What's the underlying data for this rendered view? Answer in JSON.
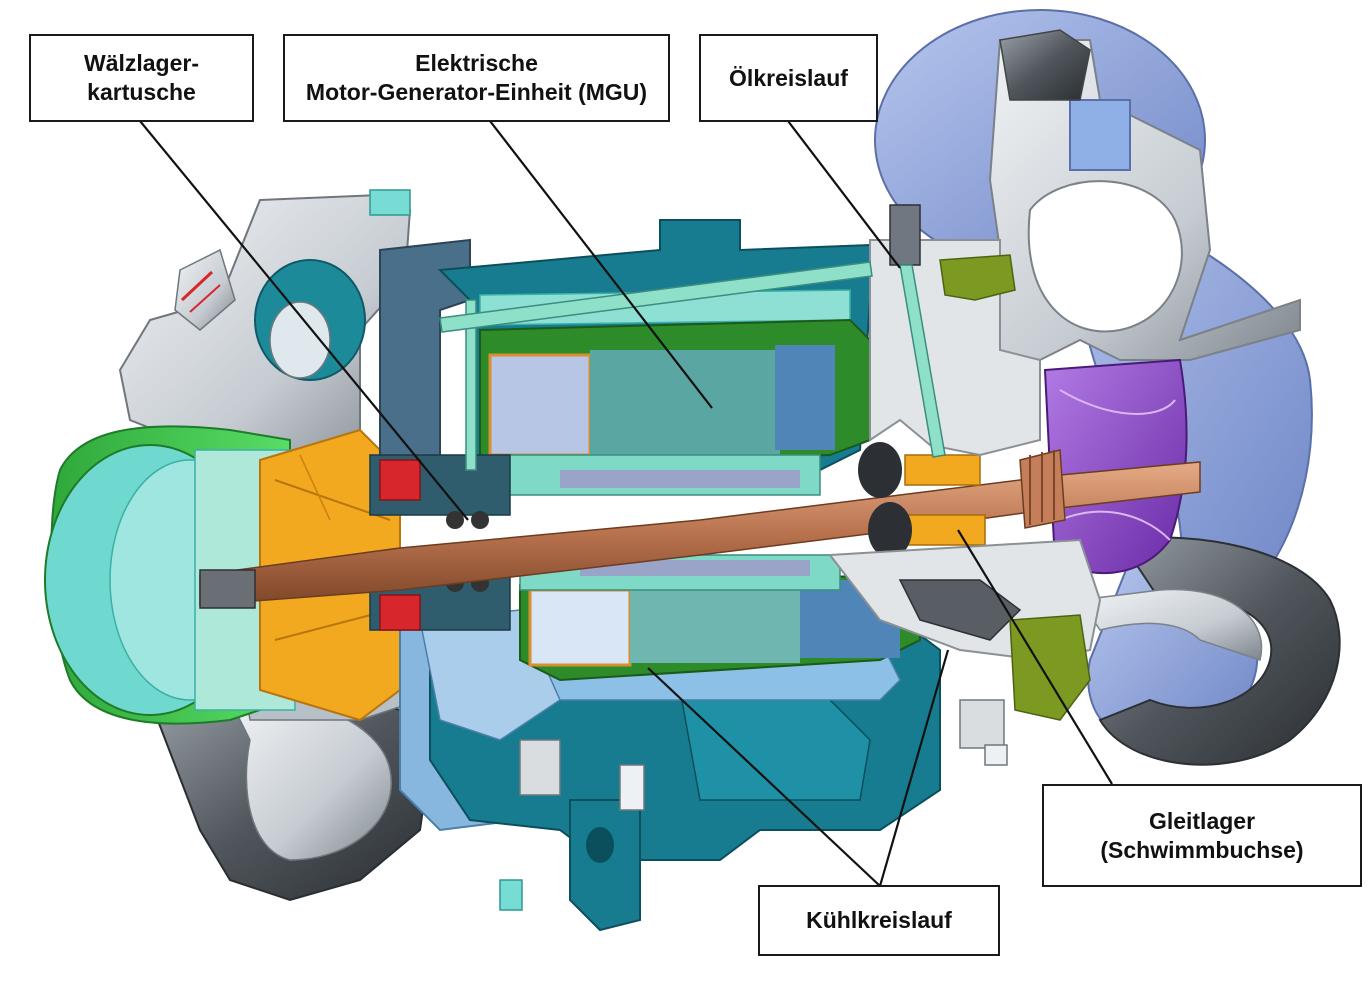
{
  "labels": {
    "rolling_bearing": {
      "line1": "Wälzlager-",
      "line2": "kartusche"
    },
    "mgu": {
      "line1": "Elektrische",
      "line2": "Motor-Generator-Einheit (MGU)"
    },
    "oil_circuit": {
      "text": "Ölkreislauf"
    },
    "plain_bearing": {
      "line1": "Gleitlager",
      "line2": "(Schwimmbuchse)"
    },
    "cooling_circuit": {
      "text": "Kühlkreislauf"
    }
  },
  "colors": {
    "compressor_green": "#37c84a",
    "compressor_cyan": "#76dcd4",
    "housing_gray": "#cdd3d8",
    "housing_dark": "#4a4f55",
    "motor_housing_teal": "#177c90",
    "coolant_blue": "#8cc0e6",
    "stator_blue": "#4f86b7",
    "stator_teal": "#5aa6a2",
    "winding_green": "#2e8b2a",
    "shaft_copper": "#c47f5a",
    "compressor_wheel_orange": "#f3a91f",
    "turbine_wheel_purple": "#8a3fc4",
    "turbine_housing_blue": "#8ea4d8",
    "seal_red": "#d8262d",
    "bracket_olive": "#7c9a22"
  }
}
